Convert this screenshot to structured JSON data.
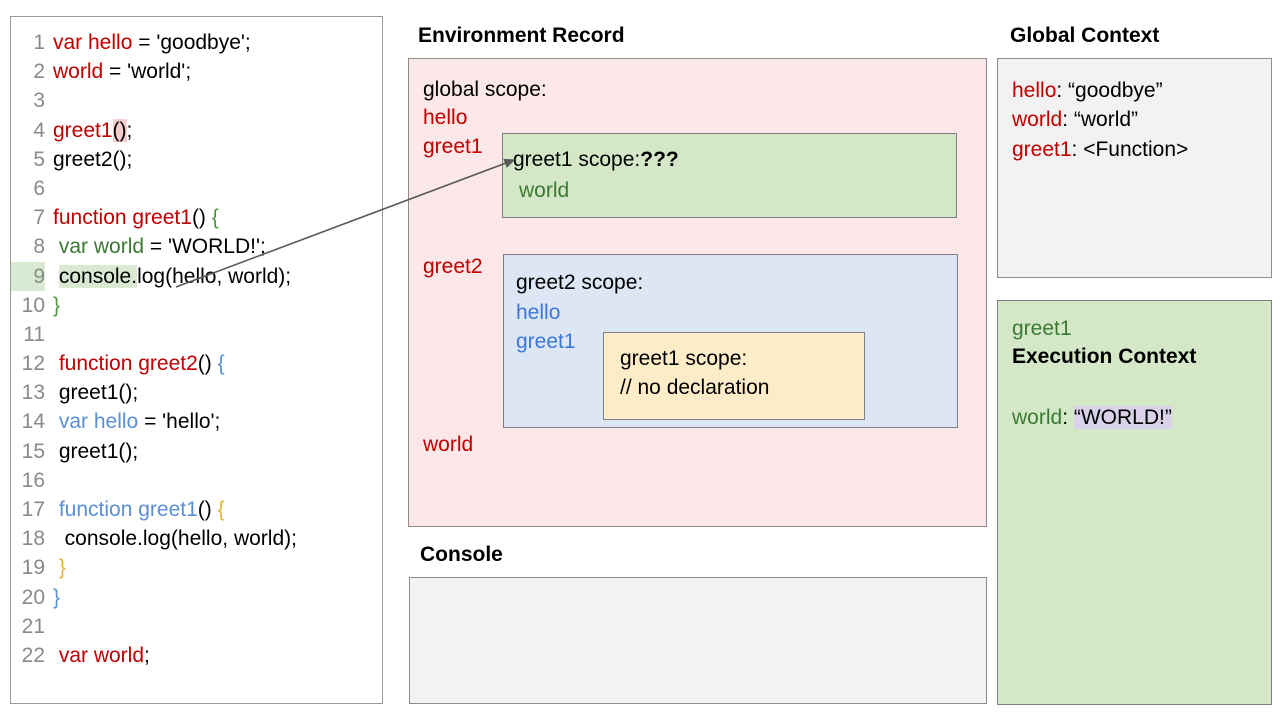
{
  "code_panel": {
    "lines": [
      {
        "num": "1",
        "segments": [
          {
            "t": "var hello",
            "c": "kw-red"
          },
          {
            "t": " = 'goodbye';",
            "c": ""
          }
        ]
      },
      {
        "num": "2",
        "segments": [
          {
            "t": "world",
            "c": "kw-red"
          },
          {
            "t": " = 'world';",
            "c": ""
          }
        ]
      },
      {
        "num": "3",
        "segments": []
      },
      {
        "num": "4",
        "segments": [
          {
            "t": "greet1",
            "c": "kw-red"
          },
          {
            "t": "()",
            "c": "hl-pink"
          },
          {
            "t": ";",
            "c": ""
          }
        ]
      },
      {
        "num": "5",
        "segments": [
          {
            "t": "greet2();",
            "c": ""
          }
        ]
      },
      {
        "num": "6",
        "segments": []
      },
      {
        "num": "7",
        "segments": [
          {
            "t": "function greet1",
            "c": "kw-red"
          },
          {
            "t": "() ",
            "c": ""
          },
          {
            "t": "{",
            "c": "brace-grn"
          }
        ]
      },
      {
        "num": "8",
        "segments": [
          {
            "t": " ",
            "c": ""
          },
          {
            "t": "var world",
            "c": "kw-green"
          },
          {
            "t": " = 'WORLD!';",
            "c": ""
          }
        ]
      },
      {
        "num": "9",
        "segments": [
          {
            "t": " ",
            "c": ""
          },
          {
            "t": "console.",
            "c": "hl-green"
          },
          {
            "t": "log(hello, world);",
            "c": ""
          }
        ],
        "ln_highlight": "hl-green"
      },
      {
        "num": "10",
        "segments": [
          {
            "t": "}",
            "c": "brace-grn"
          }
        ]
      },
      {
        "num": "11",
        "segments": []
      },
      {
        "num": "12",
        "segments": [
          {
            "t": " function greet2",
            "c": "kw-red"
          },
          {
            "t": "() ",
            "c": ""
          },
          {
            "t": "{",
            "c": "brace-blue"
          }
        ]
      },
      {
        "num": "13",
        "segments": [
          {
            "t": " greet1();",
            "c": ""
          }
        ]
      },
      {
        "num": "14",
        "segments": [
          {
            "t": " ",
            "c": ""
          },
          {
            "t": "var hello",
            "c": "kw-blue"
          },
          {
            "t": " = 'hello';",
            "c": ""
          }
        ]
      },
      {
        "num": "15",
        "segments": [
          {
            "t": " greet1();",
            "c": ""
          }
        ]
      },
      {
        "num": "16",
        "segments": []
      },
      {
        "num": "17",
        "segments": [
          {
            "t": " ",
            "c": ""
          },
          {
            "t": "function greet1",
            "c": "kw-blue"
          },
          {
            "t": "() ",
            "c": ""
          },
          {
            "t": "{",
            "c": "brace-yel"
          }
        ]
      },
      {
        "num": "18",
        "segments": [
          {
            "t": "  console.log(hello, world);",
            "c": ""
          }
        ]
      },
      {
        "num": "19",
        "segments": [
          {
            "t": " ",
            "c": ""
          },
          {
            "t": "}",
            "c": "brace-yel"
          }
        ]
      },
      {
        "num": "20",
        "segments": [
          {
            "t": "}",
            "c": "brace-blue"
          }
        ]
      },
      {
        "num": "21",
        "segments": []
      },
      {
        "num": "22",
        "segments": [
          {
            "t": " var world",
            "c": "kw-red"
          },
          {
            "t": ";",
            "c": ""
          }
        ]
      }
    ]
  },
  "environment_record": {
    "heading": "Environment Record",
    "global_scope_label": "global scope:",
    "global_bindings": {
      "hello": "hello",
      "greet1": "greet1",
      "greet2": "greet2",
      "world": "world"
    },
    "greet1_scope": {
      "title": "greet1 scope:",
      "unknown_marker": "???",
      "bindings": [
        "world"
      ]
    },
    "greet2_scope": {
      "title": "greet2 scope:",
      "bindings": [
        "hello",
        "greet1"
      ],
      "inner_greet1_scope": {
        "title": "greet1 scope:",
        "note": "// no declaration"
      }
    }
  },
  "console": {
    "heading": "Console",
    "output": ""
  },
  "global_context": {
    "heading": "Global Context",
    "rows": [
      {
        "key": "hello",
        "sep": ": ",
        "value": "“goodbye”"
      },
      {
        "key": "world",
        "sep": ": ",
        "value": "“world”"
      },
      {
        "key": "greet1",
        "sep": ": ",
        "value": "<Function>"
      }
    ]
  },
  "execution_context": {
    "function_name": "greet1",
    "title": "Execution Context",
    "variable": {
      "key": "world",
      "sep": ": ",
      "value": "“WORLD!”"
    }
  },
  "colors": {
    "env_record_bg": "#fce8e8",
    "greet1_scope_bg": "#d4e8c8",
    "greet2_scope_bg": "#dce6f5",
    "inner_scope_bg": "#fcecc8",
    "console_bg": "#f2f2f2",
    "global_context_bg": "#f2f2f2",
    "exec_context_bg": "#d4e8c8",
    "red_ident": "#c00000",
    "green_ident": "#3c7a34",
    "blue_ident": "#3b78d8",
    "highlight_green": "#d9ead3",
    "highlight_pink": "#f6cccc",
    "highlight_purple": "#d9d2e9"
  }
}
